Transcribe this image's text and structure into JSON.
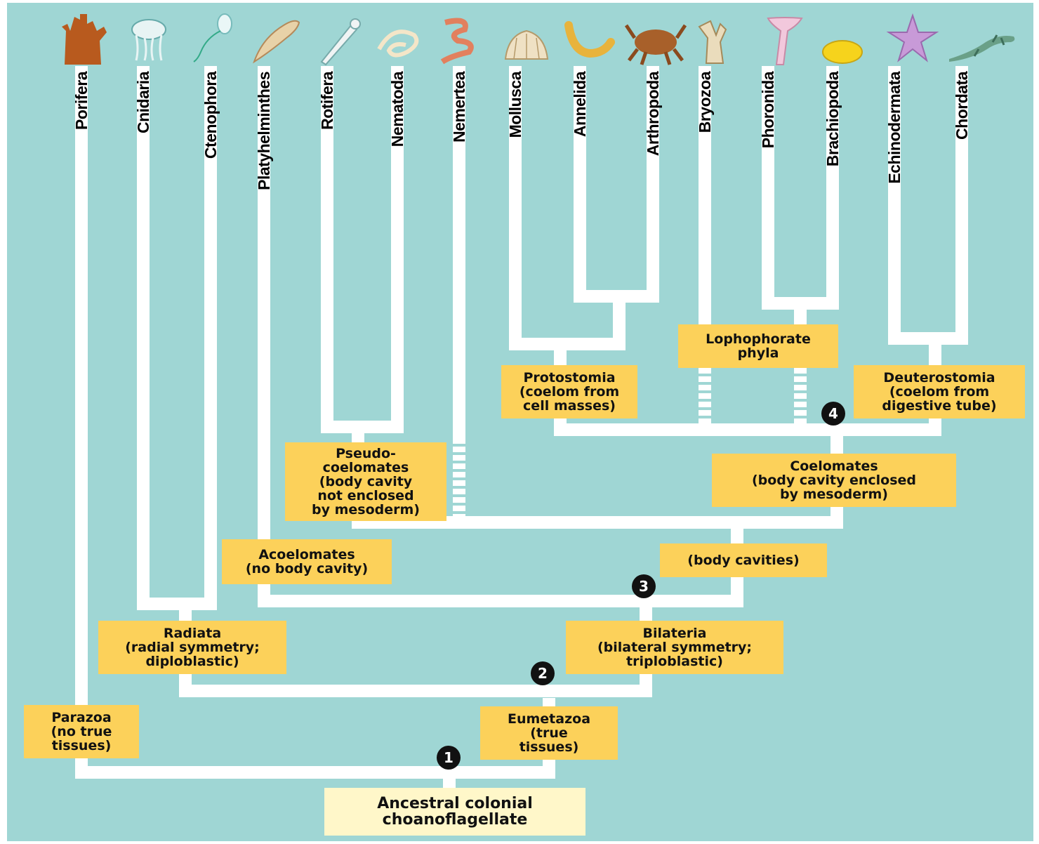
{
  "phyla": [
    "Porifera",
    "Cnidaria",
    "Ctenophora",
    "Platyhelminthes",
    "Rotifera",
    "Nematoda",
    "Nemertea",
    "Mollusca",
    "Annelida",
    "Arthropoda",
    "Bryozoa",
    "Phoronida",
    "Brachiopoda",
    "Echinodermata",
    "Chordata"
  ],
  "organism_icons": [
    "sponge-icon",
    "jellyfish-icon",
    "comb-jelly-icon",
    "flatworm-icon",
    "rotifer-icon",
    "roundworm-icon",
    "ribbon-worm-icon",
    "clam-icon",
    "earthworm-icon",
    "crab-icon",
    "bryozoan-icon",
    "phoronid-icon",
    "brachiopod-icon",
    "sea-star-icon",
    "salamander-icon"
  ],
  "groups": {
    "lophophorate": {
      "title": "Lophophorate",
      "line2": "phyla"
    },
    "protostomia": {
      "title": "Protostomia",
      "d1": "(coelom from",
      "d2": "cell masses)"
    },
    "deuterostomia": {
      "title": "Deuterostomia",
      "d1": "(coelom from",
      "d2": "digestive tube)"
    },
    "pseudocoelomates": {
      "t1": "Pseudo-",
      "t2": "coelomates",
      "d1": "(body cavity",
      "d2": "not enclosed",
      "d3": "by mesoderm)"
    },
    "coelomates": {
      "title": "Coelomates",
      "d1": "(body cavity enclosed",
      "d2": "by mesoderm)"
    },
    "acoelomates": {
      "title": "Acoelomates",
      "d1": "(no body cavity)"
    },
    "body_cavities": {
      "d1": "(body cavities)"
    },
    "radiata": {
      "title": "Radiata",
      "d1": "(radial symmetry;",
      "d2": "diploblastic)"
    },
    "bilateria": {
      "title": "Bilateria",
      "d1": "(bilateral symmetry;",
      "d2": "triploblastic)"
    },
    "parazoa": {
      "title": "Parazoa",
      "d1": "(no true",
      "d2": "tissues)"
    },
    "eumetazoa": {
      "title": "Eumetazoa",
      "d1": "(true",
      "d2": "tissues)"
    },
    "root": {
      "l1": "Ancestral colonial",
      "l2": "choanoflagellate"
    }
  },
  "nodes": [
    "1",
    "2",
    "3",
    "4"
  ],
  "colors": {
    "background": "#9fd6d4",
    "branch": "#ffffff",
    "label_box": "#fcd15a",
    "root_box": "#fff7c9",
    "node": "#111111"
  }
}
